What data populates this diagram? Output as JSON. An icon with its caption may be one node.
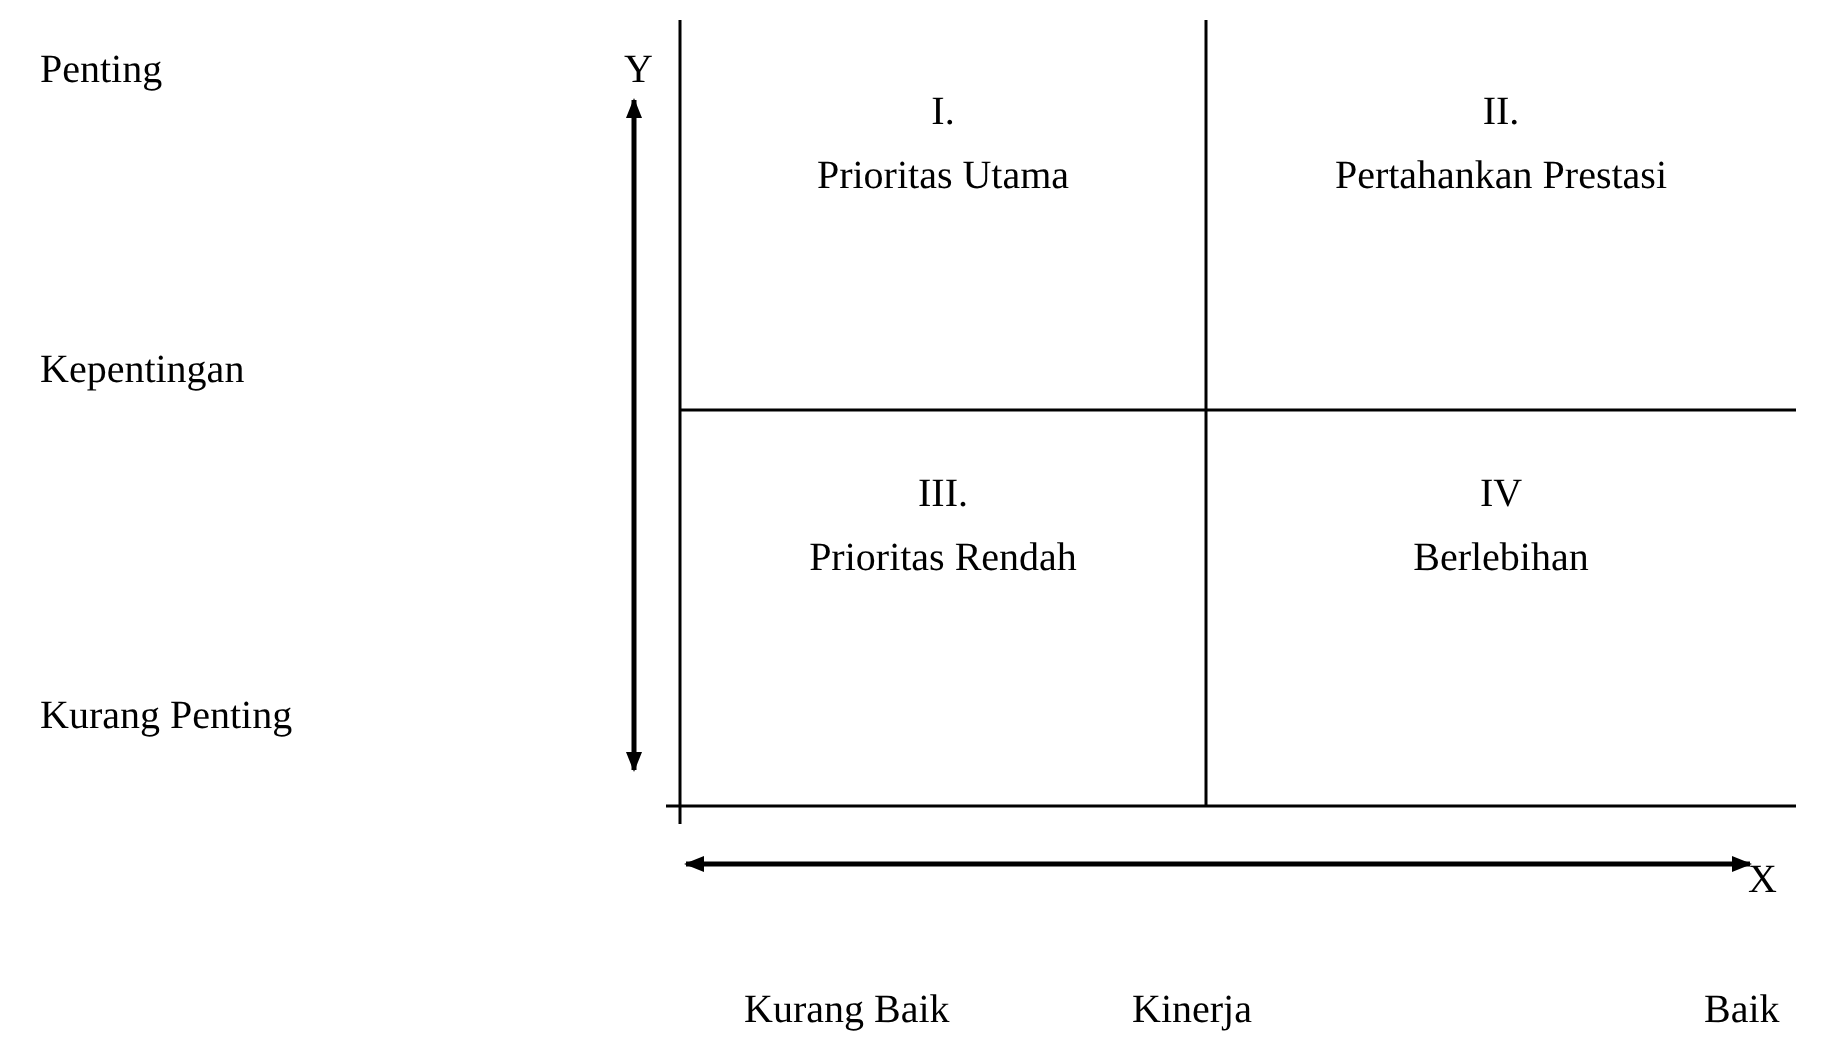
{
  "diagram": {
    "nodes": [
      {
        "text": [
          "I.",
          "Prioritas Utama"
        ]
      },
      {
        "text": [
          "II.",
          "Pertahankan Prestasi"
        ]
      },
      {
        "text": [
          "III.",
          "Prioritas Rendah"
        ]
      },
      {
        "text": [
          "IV",
          "Berlebihan"
        ]
      }
    ],
    "labels": [
      "Penting",
      "Y",
      "Kepentingan",
      "Kurang Penting",
      "X",
      "Kurang Baik",
      "Kinerja",
      "Baik"
    ]
  }
}
